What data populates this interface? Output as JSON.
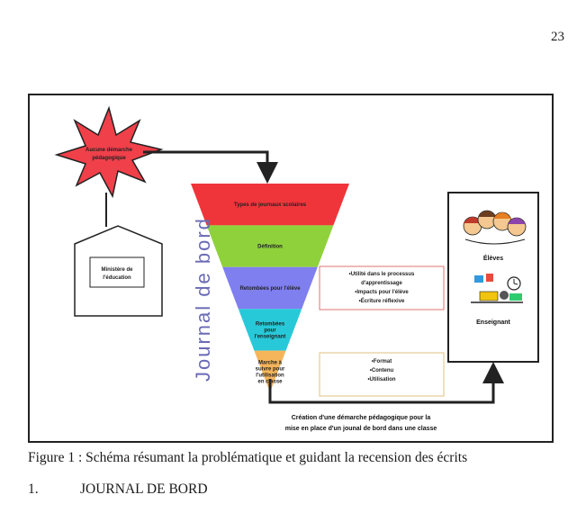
{
  "page_number": "23",
  "figure": {
    "star_label": [
      "Aucune démarche",
      "pédagogique"
    ],
    "ministry_label": [
      "Ministère de",
      "l'éducation"
    ],
    "vertical_title": "Journal de bord",
    "funnel_layers": [
      {
        "lines": [
          "Types de journaux scolaires"
        ],
        "color": "#f0353a"
      },
      {
        "lines": [
          "Définition"
        ],
        "color": "#8fd13b"
      },
      {
        "lines": [
          "Retombées pour l'élève"
        ],
        "color": "#7f7ff0"
      },
      {
        "lines": [
          "Retombées",
          "pour",
          "l'enseignant"
        ],
        "color": "#27c9d9"
      },
      {
        "lines": [
          "Marche à",
          "suivre pour",
          "l'utilisation",
          "en classe"
        ],
        "color": "#f5b55a"
      }
    ],
    "eleve_box_lines": [
      "•Utilité dans le processus",
      "d'apprentissage",
      "•Impacts pour l'élève",
      "•Écriture réflexive"
    ],
    "enseignant_box_lines": [
      "•Format",
      "•Contenu",
      "•Utilisation"
    ],
    "eleves_label": "Élèves",
    "enseignant_label": "Enseignant",
    "bottom_caption": [
      "Création d'une démarche pédagogique pour la",
      "mise en place d'un jounal de bord dans une classe"
    ]
  },
  "caption": "Figure 1 : Schéma résumant la problématique et guidant la recension des écrits",
  "section": {
    "number": "1.",
    "title": "JOURNAL DE BORD"
  }
}
